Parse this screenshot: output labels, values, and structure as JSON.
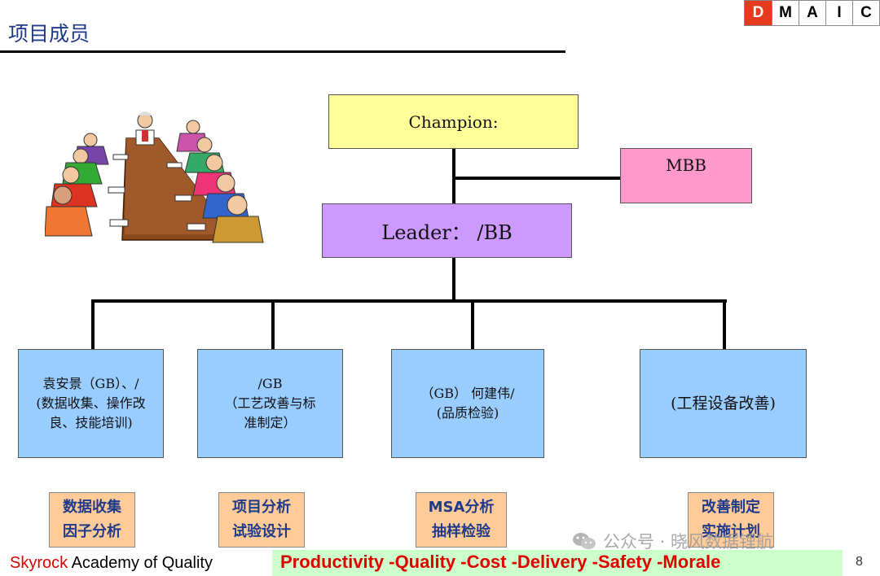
{
  "header": {
    "title": "项目成员",
    "dmaic": [
      {
        "label": "D",
        "active": true
      },
      {
        "label": "M",
        "active": false
      },
      {
        "label": "A",
        "active": false
      },
      {
        "label": "I",
        "active": false
      },
      {
        "label": "C",
        "active": false
      }
    ]
  },
  "org_chart": {
    "champion": "Champion:",
    "mbb": "MBB",
    "leader": "Leader： /BB",
    "members": [
      {
        "line1": "袁安景（GB）、/",
        "line2": "(数据收集、操作改",
        "line3": "良、技能培训)"
      },
      {
        "line1": "/GB",
        "line2": "（工艺改善与标",
        "line3": "准制定）"
      },
      {
        "line1": "（GB） 何建伟/",
        "line2": "(品质检验)",
        "line3": ""
      },
      {
        "line1": "(工程设备改善)",
        "line2": "",
        "line3": ""
      }
    ],
    "tasks": [
      {
        "line1": "数据收集",
        "line2": "因子分析"
      },
      {
        "line1": "项目分析",
        "line2": "试验设计"
      },
      {
        "line1": "MSA分析",
        "line2": "抽样检验"
      },
      {
        "line1": "改善制定",
        "line2": "实施计划"
      }
    ]
  },
  "footer": {
    "brand_red": "Skyrock",
    "brand_black": " Academy of Quality",
    "slogan": "Productivity  -Quality  -Cost   -Delivery  -Safety  -Morale",
    "page_number": "8"
  },
  "watermark": {
    "text": "公众号 · 晓风数据锂航",
    "icon": "wechat-icon"
  },
  "colors": {
    "champion": "#ffff99",
    "mbb": "#ff99cc",
    "leader": "#cc99ff",
    "member": "#99ccff",
    "task": "#ffcc99",
    "footer_band": "#ccffcc",
    "dmaic_active": "#e53a1e",
    "title": "#1f3a8a"
  }
}
